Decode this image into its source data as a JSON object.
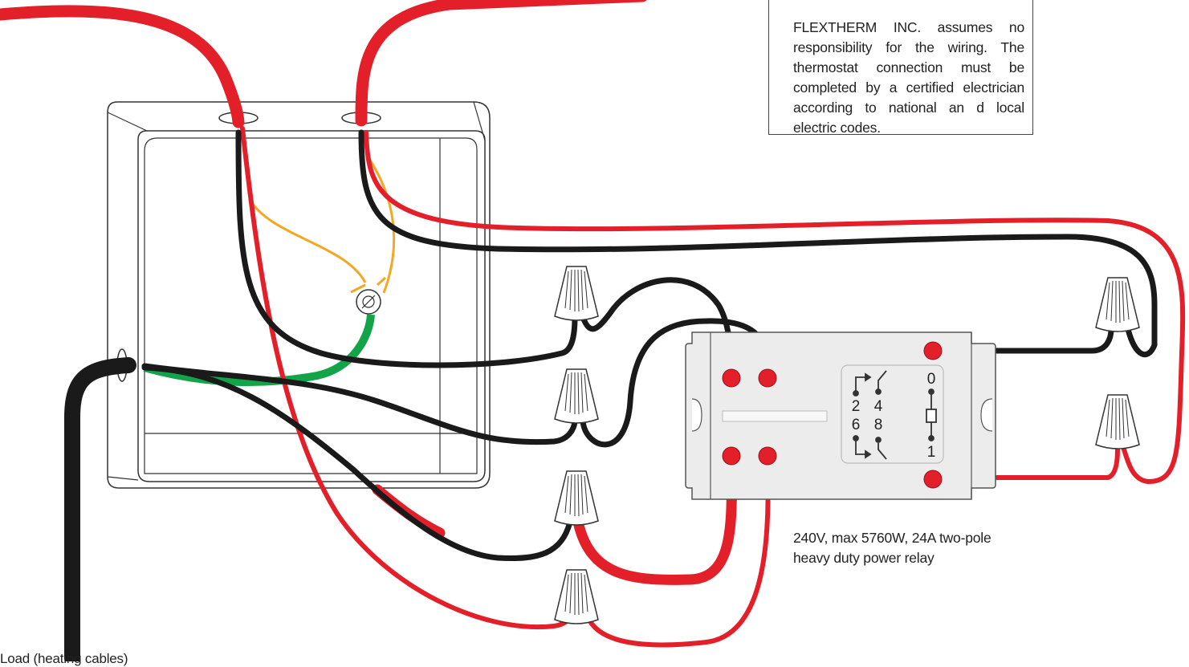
{
  "disclaimer": {
    "text": "FLEXTHERM INC. assumes no responsibility for the wiring. The thermostat connection must be completed by a certified electrician according to national an d local electric codes."
  },
  "relay": {
    "caption_line1": "240V, max 5760W, 24A two-pole",
    "caption_line2": "heavy duty power relay",
    "terminal_labels": {
      "left_top": "2",
      "left_bottom": "6",
      "mid_top": "4",
      "mid_bottom": "8",
      "coil_top": "0",
      "coil_bottom": "1"
    }
  },
  "load_label": "Load (heating cables)",
  "colors": {
    "hot_wire": "#e3202a",
    "neutral_wire": "#1a1a1a",
    "ground_wire": "#13a44a",
    "bond_wire": "#f5a623",
    "relay_body": "#ececec",
    "terminal": "#e3202a"
  }
}
